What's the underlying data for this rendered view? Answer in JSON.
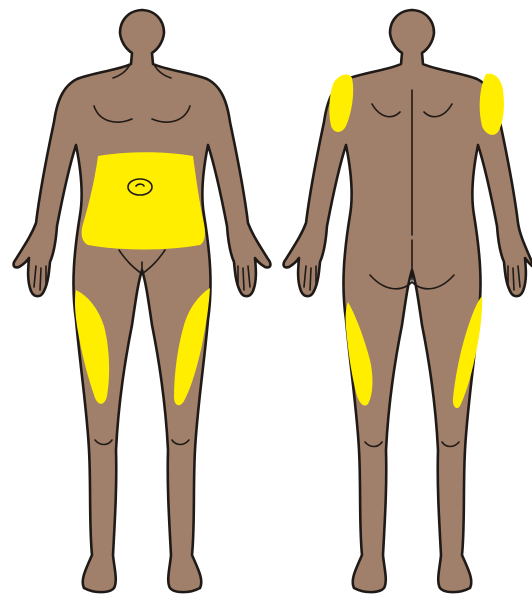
{
  "figure": {
    "views": [
      "front",
      "back"
    ],
    "colors": {
      "background": "#ffffff",
      "skin": "#a0806a",
      "outline": "#1f1a17",
      "highlight": "#ffee00"
    },
    "highlighted_regions": {
      "front": [
        "abdomen",
        "left-outer-thigh",
        "right-outer-thigh"
      ],
      "back": [
        "left-upper-arm",
        "right-upper-arm",
        "left-outer-thigh",
        "right-outer-thigh"
      ]
    }
  }
}
